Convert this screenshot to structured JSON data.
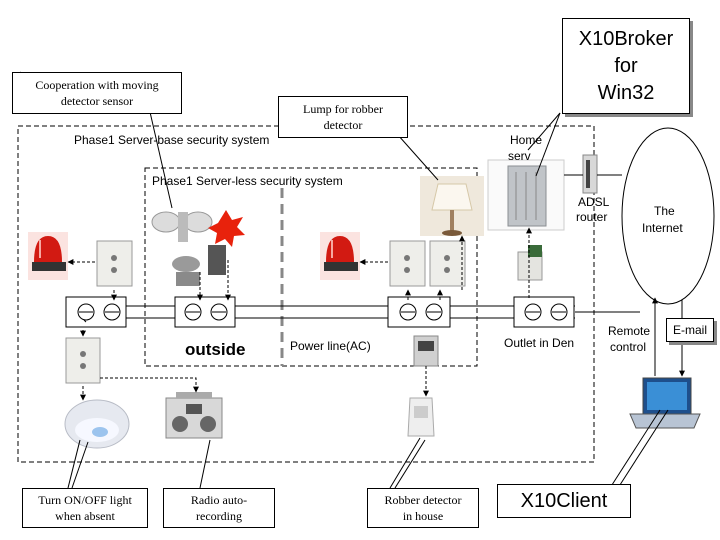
{
  "labels": {
    "cooperation_line1": "Cooperation with moving",
    "cooperation_line2": "detector sensor",
    "lump_line1": "Lump for robber",
    "lump_line2": "detector",
    "x10broker_line1": "X10Broker",
    "x10broker_line2": "for",
    "x10broker_line3": "Win32",
    "phase1_server_base": "Phase1  Server-base security system",
    "phase1_server_less": "Phase1   Server-less security system",
    "home_server_line1": "Home",
    "home_server_line2": "serv",
    "adsl_line1": "ADSL",
    "adsl_line2": "router",
    "internet_line1": "The",
    "internet_line2": "Internet",
    "outside": "outside",
    "power_line": "Power line(AC)",
    "outlet_in_den": "Outlet in Den",
    "remote_line1": "Remote",
    "remote_line2": "control",
    "email": "E-mail",
    "turn_on_off_line1": "Turn ON/OFF light",
    "turn_on_off_line2": "when absent",
    "radio_line1": "Radio auto-",
    "radio_line2": "recording",
    "robber_line1": "Robber detector",
    "robber_line2": "in house",
    "x10client": "X10Client"
  },
  "icons": [
    "siren-left-icon",
    "siren-right-icon",
    "x10-module-icon",
    "motion-sensor-light-icon",
    "alert-burst-icon",
    "floor-lamp-icon",
    "home-server-icon",
    "adsl-router-icon",
    "outlet-icon",
    "ceiling-light-icon",
    "radio-cassette-icon",
    "detector-unit-icon",
    "laptop-icon"
  ],
  "colors": {
    "siren": "#d21a12",
    "burst": "#e8220c",
    "laptop_screen": "#3a8fd6",
    "outline": "#000000",
    "device_gray": "#c8c8c8"
  }
}
